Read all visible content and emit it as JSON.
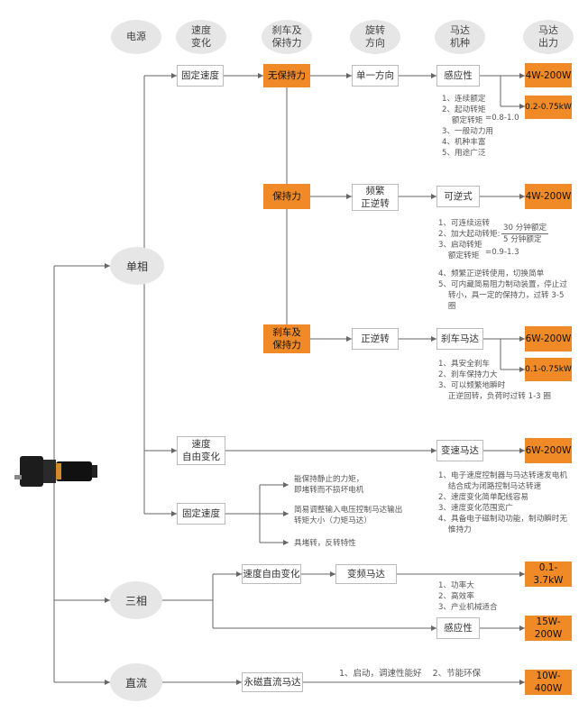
{
  "headers": [
    "电源",
    "速度\n变化",
    "刹车及\n保持力",
    "旋转\n方向",
    "马达\n机种",
    "马达\n出力"
  ],
  "power": {
    "single": "单相",
    "three": "三相",
    "dc": "直流"
  },
  "speed": {
    "fixed_1": "固定速度",
    "variable_1": "速度\n自由变化",
    "fixed_2": "固定速度",
    "variable_3": "速度自由变化",
    "dc_motor": "永磁直流马达"
  },
  "brake": {
    "none": "无保持力",
    "hold": "保持力",
    "brake_hold": "刹车及\n保持力"
  },
  "rotation": {
    "one_way": "单一方向",
    "frequent": "频繁\n正逆转",
    "fwd_rev": "正逆转",
    "inverter": "变频马达"
  },
  "motor_type": {
    "induction": "感应性",
    "reversible": "可逆式",
    "brake": "刹车马达",
    "speed_control": "变速马达",
    "induction_3": "感应性"
  },
  "output": {
    "o1": "4W-200W",
    "o2": "0.2-0.75kW",
    "o3": "4W-200W",
    "o4": "6W-200W",
    "o5": "0.1-0.75kW",
    "o6": "6W-200W",
    "o7": "0.1-3.7kW",
    "o8": "15W-200W",
    "o9": "10W-400W"
  },
  "notes": {
    "induction": "1、连续额定\n2、起动转矩\n    额定转矩\n3、一般动力用\n4、机种丰富\n5、用途广泛",
    "induction_ratio": "=0.8-1.0",
    "rev_1": "1、可连续运转",
    "rev_2": "2、加大起动转矩:",
    "rev_frac_top": "30 分钟额定",
    "rev_frac_bottom": "5 分钟额定",
    "rev_3": "3、启动转矩\n    额定转矩",
    "rev_ratio": "=0.9-1.3",
    "rev_rest": "4、频繁正逆转使用，切换简单\n5、可内藏简易阻力制动装置，停止过\n    转小，具一定的保持力，过转 3-5\n    圈",
    "brake": "1、具安全刹车\n2、刹车保持力大\n3、可以频繁地瞬时\n    正逆回转，负荷时过转 1-3 圈",
    "speed_ctrl": "1、电子速度控制器与马达转速发电机\n    结合成为闭路控制马达转速\n2、速度变化简单配线容易\n3、速度变化范围宽广\n4、具备电子磁制动功能，制动瞬时无\n    惟持力",
    "fixed_a": "能保持静止的力矩，\n即堵转而不损坏电机",
    "fixed_b": "简易调整输入电压控制马达输出\n转矩大小（力矩马达）",
    "fixed_c": "具堵转，反转特性",
    "three_phase": "1、功率大\n2、高效率\n3、产业机械适合",
    "dc": "1、启动，调速性能好    2、节能环保"
  },
  "colors": {
    "accent": "#ef8a27",
    "header_bg": "#e6e6e6",
    "line": "#666666"
  }
}
